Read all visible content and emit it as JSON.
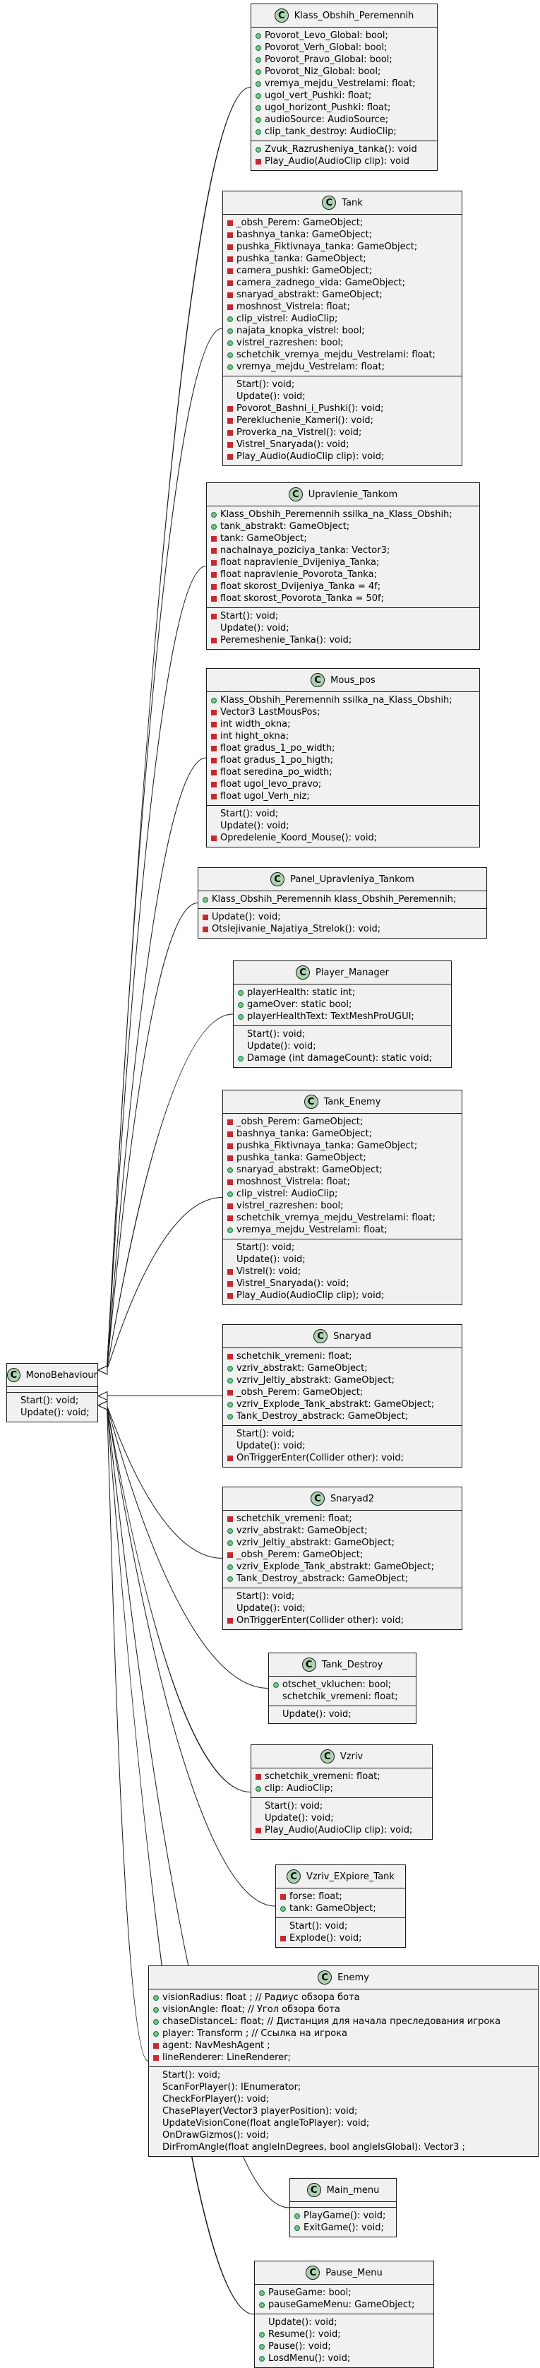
{
  "base": {
    "name": "MonoBehaviour",
    "methods": [
      {
        "vis": "none",
        "text": "Start(): void;"
      },
      {
        "vis": "none",
        "text": "Update(): void;"
      }
    ]
  },
  "classes": [
    {
      "id": "klass-obshih-peremennih",
      "name": "Klass_Obshih_Peremennih",
      "fields": [
        {
          "vis": "pub",
          "text": "Povorot_Levo_Global: bool;"
        },
        {
          "vis": "pub",
          "text": "Povorot_Verh_Global: bool;"
        },
        {
          "vis": "pub",
          "text": "Povorot_Pravo_Global: bool;"
        },
        {
          "vis": "pub",
          "text": "Povorot_Niz_Global: bool;"
        },
        {
          "vis": "pub",
          "text": "vremya_mejdu_Vestrelami: float;"
        },
        {
          "vis": "pub",
          "text": "ugol_vert_Pushki: float;"
        },
        {
          "vis": "pub",
          "text": "ugol_horizont_Pushki: float;"
        },
        {
          "vis": "pub",
          "text": "audioSource: AudioSource;"
        },
        {
          "vis": "pub",
          "text": "clip_tank_destroy: AudioClip;"
        }
      ],
      "methods": [
        {
          "vis": "pub",
          "text": "Zvuk_Razrusheniya_tanka(): void"
        },
        {
          "vis": "priv",
          "text": "Play_Audio(AudioClip clip): void"
        }
      ]
    },
    {
      "id": "tank",
      "name": "Tank",
      "fields": [
        {
          "vis": "priv",
          "text": "_obsh_Perem: GameObject;"
        },
        {
          "vis": "priv",
          "text": "bashnya_tanka: GameObject;"
        },
        {
          "vis": "priv",
          "text": "pushka_Fiktivnaya_tanka: GameObject;"
        },
        {
          "vis": "priv",
          "text": "pushka_tanka: GameObject;"
        },
        {
          "vis": "priv",
          "text": "camera_pushki: GameObject;"
        },
        {
          "vis": "priv",
          "text": "camera_zadnego_vida:  GameObject;"
        },
        {
          "vis": "priv",
          "text": "snaryad_abstrakt: GameObject;"
        },
        {
          "vis": "priv",
          "text": "moshnost_Vistrela: float;"
        },
        {
          "vis": "pub",
          "text": "clip_vistrel: AudioClip;"
        },
        {
          "vis": "pub",
          "text": "najata_knopka_vistrel: bool;"
        },
        {
          "vis": "pub",
          "text": "vistrel_razreshen: bool;"
        },
        {
          "vis": "pub",
          "text": "schetchik_vremya_mejdu_Vestrelami: float;"
        },
        {
          "vis": "pub",
          "text": "vremya_mejdu_Vestrelam: float;"
        }
      ],
      "methods": [
        {
          "vis": "none",
          "text": "Start(): void;"
        },
        {
          "vis": "none",
          "text": "Update(): void;"
        },
        {
          "vis": "priv",
          "text": "Povorot_Bashni_i_Pushki(): void;"
        },
        {
          "vis": "priv",
          "text": "Perekluchenie_Kameri(): void;"
        },
        {
          "vis": "priv",
          "text": "Proverka_na_Vistrel(): void;"
        },
        {
          "vis": "priv",
          "text": "Vistrel_Snaryada(): void;"
        },
        {
          "vis": "priv",
          "text": "Play_Audio(AudioClip clip): void;"
        }
      ]
    },
    {
      "id": "upravlenie-tankom",
      "name": "Upravlenie_Tankom",
      "fields": [
        {
          "vis": "pub",
          "text": "Klass_Obshih_Peremennih ssilka_na_Klass_Obshih;"
        },
        {
          "vis": "pub",
          "text": "tank_abstrakt: GameObject;"
        },
        {
          "vis": "priv",
          "text": "tank: GameObject;"
        },
        {
          "vis": "priv",
          "text": "nachalnaya_poziciya_tanka: Vector3;"
        },
        {
          "vis": "priv",
          "text": "float napravlenie_Dvijeniya_Tanka;"
        },
        {
          "vis": "priv",
          "text": "float napravlenie_Povorota_Tanka;"
        },
        {
          "vis": "priv",
          "text": "float skorost_Dvijeniya_Tanka = 4f;"
        },
        {
          "vis": "priv",
          "text": "float skorost_Povorota_Tanka = 50f;"
        }
      ],
      "methods": [
        {
          "vis": "priv",
          "text": "Start(): void;"
        },
        {
          "vis": "none",
          "text": "Update(): void;"
        },
        {
          "vis": "priv",
          "text": "Peremeshenie_Tanka(): void;"
        }
      ]
    },
    {
      "id": "mous-pos",
      "name": "Mous_pos",
      "fields": [
        {
          "vis": "pub",
          "text": "Klass_Obshih_Peremennih ssilka_na_Klass_Obshih;"
        },
        {
          "vis": "priv",
          "text": "Vector3 LastMousPos;"
        },
        {
          "vis": "priv",
          "text": "int width_okna;"
        },
        {
          "vis": "priv",
          "text": "int hight_okna;"
        },
        {
          "vis": "priv",
          "text": "float gradus_1_po_width;"
        },
        {
          "vis": "priv",
          "text": "float gradus_1_po_higth;"
        },
        {
          "vis": "priv",
          "text": "float seredina_po_width;"
        },
        {
          "vis": "priv",
          "text": "float ugol_levo_pravo;"
        },
        {
          "vis": "priv",
          "text": "float ugol_Verh_niz;"
        }
      ],
      "methods": [
        {
          "vis": "none",
          "text": "Start(): void;"
        },
        {
          "vis": "none",
          "text": "Update(): void;"
        },
        {
          "vis": "priv",
          "text": "Opredelenie_Koord_Mouse(): void;"
        }
      ]
    },
    {
      "id": "panel-upravleniya-tankom",
      "name": "Panel_Upravleniya_Tankom",
      "fields": [
        {
          "vis": "pub",
          "text": "Klass_Obshih_Peremennih klass_Obshih_Peremennih;"
        }
      ],
      "methods": [
        {
          "vis": "priv",
          "text": "Update(): void;"
        },
        {
          "vis": "priv",
          "text": "Otslejivanie_Najatiya_Strelok(): void;"
        }
      ]
    },
    {
      "id": "player-manager",
      "name": "Player_Manager",
      "fields": [
        {
          "vis": "pub",
          "text": "playerHealth: static int;"
        },
        {
          "vis": "pub",
          "text": "gameOver: static bool;"
        },
        {
          "vis": "pub",
          "text": "playerHealthText: TextMeshProUGUI;"
        }
      ],
      "methods": [
        {
          "vis": "none",
          "text": "Start(): void;"
        },
        {
          "vis": "none",
          "text": "Update(): void;"
        },
        {
          "vis": "pub",
          "text": "Damage (int damageCount): static void;"
        }
      ]
    },
    {
      "id": "tank-enemy",
      "name": "Tank_Enemy",
      "fields": [
        {
          "vis": "priv",
          "text": "_obsh_Perem: GameObject;"
        },
        {
          "vis": "priv",
          "text": "bashnya_tanka: GameObject;"
        },
        {
          "vis": "priv",
          "text": "pushka_Fiktivnaya_tanka: GameObject;"
        },
        {
          "vis": "priv",
          "text": "pushka_tanka: GameObject;"
        },
        {
          "vis": "pub",
          "text": "snaryad_abstrakt: GameObject;"
        },
        {
          "vis": "priv",
          "text": "moshnost_Vistrela: float;"
        },
        {
          "vis": "pub",
          "text": "clip_vistrel: AudioClip;"
        },
        {
          "vis": "priv",
          "text": "vistrel_razreshen: bool;"
        },
        {
          "vis": "priv",
          "text": "schetchik_vremya_mejdu_Vestrelami: float;"
        },
        {
          "vis": "pub",
          "text": "vremya_mejdu_Vestrelami: float;"
        }
      ],
      "methods": [
        {
          "vis": "none",
          "text": "Start(): void;"
        },
        {
          "vis": "none",
          "text": "Update(): void;"
        },
        {
          "vis": "priv",
          "text": "Vistrel(): void;"
        },
        {
          "vis": "priv",
          "text": "Vistrel_Snaryada(): void;"
        },
        {
          "vis": "priv",
          "text": "Play_Audio(AudioClip clip); void;"
        }
      ]
    },
    {
      "id": "snaryad",
      "name": "Snaryad",
      "fields": [
        {
          "vis": "priv",
          "text": "schetchik_vremeni: float;"
        },
        {
          "vis": "pub",
          "text": "vzriv_abstrakt: GameObject;"
        },
        {
          "vis": "pub",
          "text": "vzriv_Jeltiy_abstrakt: GameObject;"
        },
        {
          "vis": "priv",
          "text": "_obsh_Perem: GameObject;"
        },
        {
          "vis": "pub",
          "text": "vzriv_Explode_Tank_abstrakt: GameObject;"
        },
        {
          "vis": "pub",
          "text": "Tank_Destroy_abstrack: GameObject;"
        }
      ],
      "methods": [
        {
          "vis": "none",
          "text": "Start(): void;"
        },
        {
          "vis": "none",
          "text": "Update(): void;"
        },
        {
          "vis": "priv",
          "text": "OnTriggerEnter(Collider other): void;"
        }
      ]
    },
    {
      "id": "snaryad2",
      "name": "Snaryad2",
      "fields": [
        {
          "vis": "priv",
          "text": "schetchik_vremeni: float;"
        },
        {
          "vis": "pub",
          "text": "vzriv_abstrakt: GameObject;"
        },
        {
          "vis": "pub",
          "text": "vzriv_Jeltiy_abstrakt: GameObject;"
        },
        {
          "vis": "priv",
          "text": "_obsh_Perem: GameObject;"
        },
        {
          "vis": "pub",
          "text": "vzriv_Explode_Tank_abstrakt: GameObject;"
        },
        {
          "vis": "pub",
          "text": "Tank_Destroy_abstrack: GameObject;"
        }
      ],
      "methods": [
        {
          "vis": "none",
          "text": "Start(): void;"
        },
        {
          "vis": "none",
          "text": "Update(): void;"
        },
        {
          "vis": "priv",
          "text": "OnTriggerEnter(Collider other): void;"
        }
      ]
    },
    {
      "id": "tank-destroy",
      "name": "Tank_Destroy",
      "fields": [
        {
          "vis": "pub",
          "text": "otschet_vkluchen: bool;"
        },
        {
          "vis": "none",
          "text": "schetchik_vremeni: float;"
        }
      ],
      "methods": [
        {
          "vis": "none",
          "text": "Update(): void;"
        }
      ]
    },
    {
      "id": "vzriv",
      "name": "Vzriv",
      "fields": [
        {
          "vis": "priv",
          "text": "schetchik_vremeni: float;"
        },
        {
          "vis": "pub",
          "text": "clip: AudioClip;"
        }
      ],
      "methods": [
        {
          "vis": "none",
          "text": "Start(): void;"
        },
        {
          "vis": "none",
          "text": "Update(): void;"
        },
        {
          "vis": "priv",
          "text": "Play_Audio(AudioClip clip): void;"
        }
      ]
    },
    {
      "id": "vzriv-explore-tank",
      "name": "Vzriv_EXpiore_Tank",
      "fields": [
        {
          "vis": "priv",
          "text": "forse: float;"
        },
        {
          "vis": "pub",
          "text": "tank: GameObject;"
        }
      ],
      "methods": [
        {
          "vis": "none",
          "text": "Start(): void;"
        },
        {
          "vis": "priv",
          "text": "Explode(): void;"
        }
      ]
    },
    {
      "id": "enemy",
      "name": "Enemy",
      "fields": [
        {
          "vis": "pub",
          "text": "visionRadius: float ; // Радиус обзора бота"
        },
        {
          "vis": "pub",
          "text": "visionAngle: float; // Угол обзора бота"
        },
        {
          "vis": "pub",
          "text": "chaseDistanceL: float; // Дистанция для начала преследования игрока"
        },
        {
          "vis": "pub",
          "text": "player: Transform ; // Ссылка на игрока"
        },
        {
          "vis": "priv",
          "text": "agent: NavMeshAgent ;"
        },
        {
          "vis": "priv",
          "text": "lineRenderer: LineRenderer;"
        }
      ],
      "methods": [
        {
          "vis": "none",
          "text": "Start(): void;"
        },
        {
          "vis": "none",
          "text": "ScanForPlayer(): IEnumerator;"
        },
        {
          "vis": "none",
          "text": "CheckForPlayer(): void;"
        },
        {
          "vis": "none",
          "text": "ChasePlayer(Vector3 playerPosition): void;"
        },
        {
          "vis": "none",
          "text": "UpdateVisionCone(float angleToPlayer): void;"
        },
        {
          "vis": "none",
          "text": "OnDrawGizmos(): void;"
        },
        {
          "vis": "none",
          "text": "DirFromAngle(float angleInDegrees, bool angleIsGlobal): Vector3 ;"
        }
      ]
    },
    {
      "id": "main-menu",
      "name": "Main_menu",
      "fields": [],
      "methods": [
        {
          "vis": "pub",
          "text": "PlayGame(): void;"
        },
        {
          "vis": "pub",
          "text": "ExitGame(): void;"
        }
      ]
    },
    {
      "id": "pause-menu",
      "name": "Pause_Menu",
      "fields": [
        {
          "vis": "pub",
          "text": "PauseGame: bool;"
        },
        {
          "vis": "pub",
          "text": "pauseGameMenu: GameObject;"
        }
      ],
      "methods": [
        {
          "vis": "none",
          "text": "Update(): void;"
        },
        {
          "vis": "pub",
          "text": "Resume(): void;"
        },
        {
          "vis": "pub",
          "text": "Pause(): void;"
        },
        {
          "vis": "pub",
          "text": "LosdMenu(): void;"
        }
      ]
    }
  ]
}
